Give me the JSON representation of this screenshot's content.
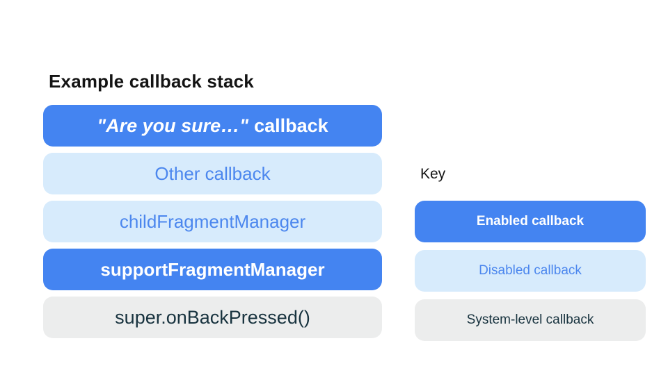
{
  "colors": {
    "enabled_bg": "#4484F1",
    "enabled_text": "#FFFFFF",
    "disabled_bg": "#D7EBFC",
    "disabled_text": "#4C87EE",
    "system_bg": "#ECEDED",
    "system_text": "#18333F",
    "heading_text": "#141414",
    "page_bg": "#FFFFFF"
  },
  "stack": {
    "title": "Example callback stack",
    "items": [
      {
        "label_italic": "\"Are you sure…\"",
        "label_rest": "callback",
        "type": "enabled"
      },
      {
        "label": "Other callback",
        "type": "disabled"
      },
      {
        "label": "childFragmentManager",
        "type": "disabled"
      },
      {
        "label": "supportFragmentManager",
        "type": "enabled"
      },
      {
        "label": "super.onBackPressed()",
        "type": "system"
      }
    ]
  },
  "key": {
    "title": "Key",
    "items": [
      {
        "label": "Enabled callback",
        "type": "enabled"
      },
      {
        "label": "Disabled callback",
        "type": "disabled"
      },
      {
        "label": "System-level callback",
        "type": "system"
      }
    ]
  }
}
